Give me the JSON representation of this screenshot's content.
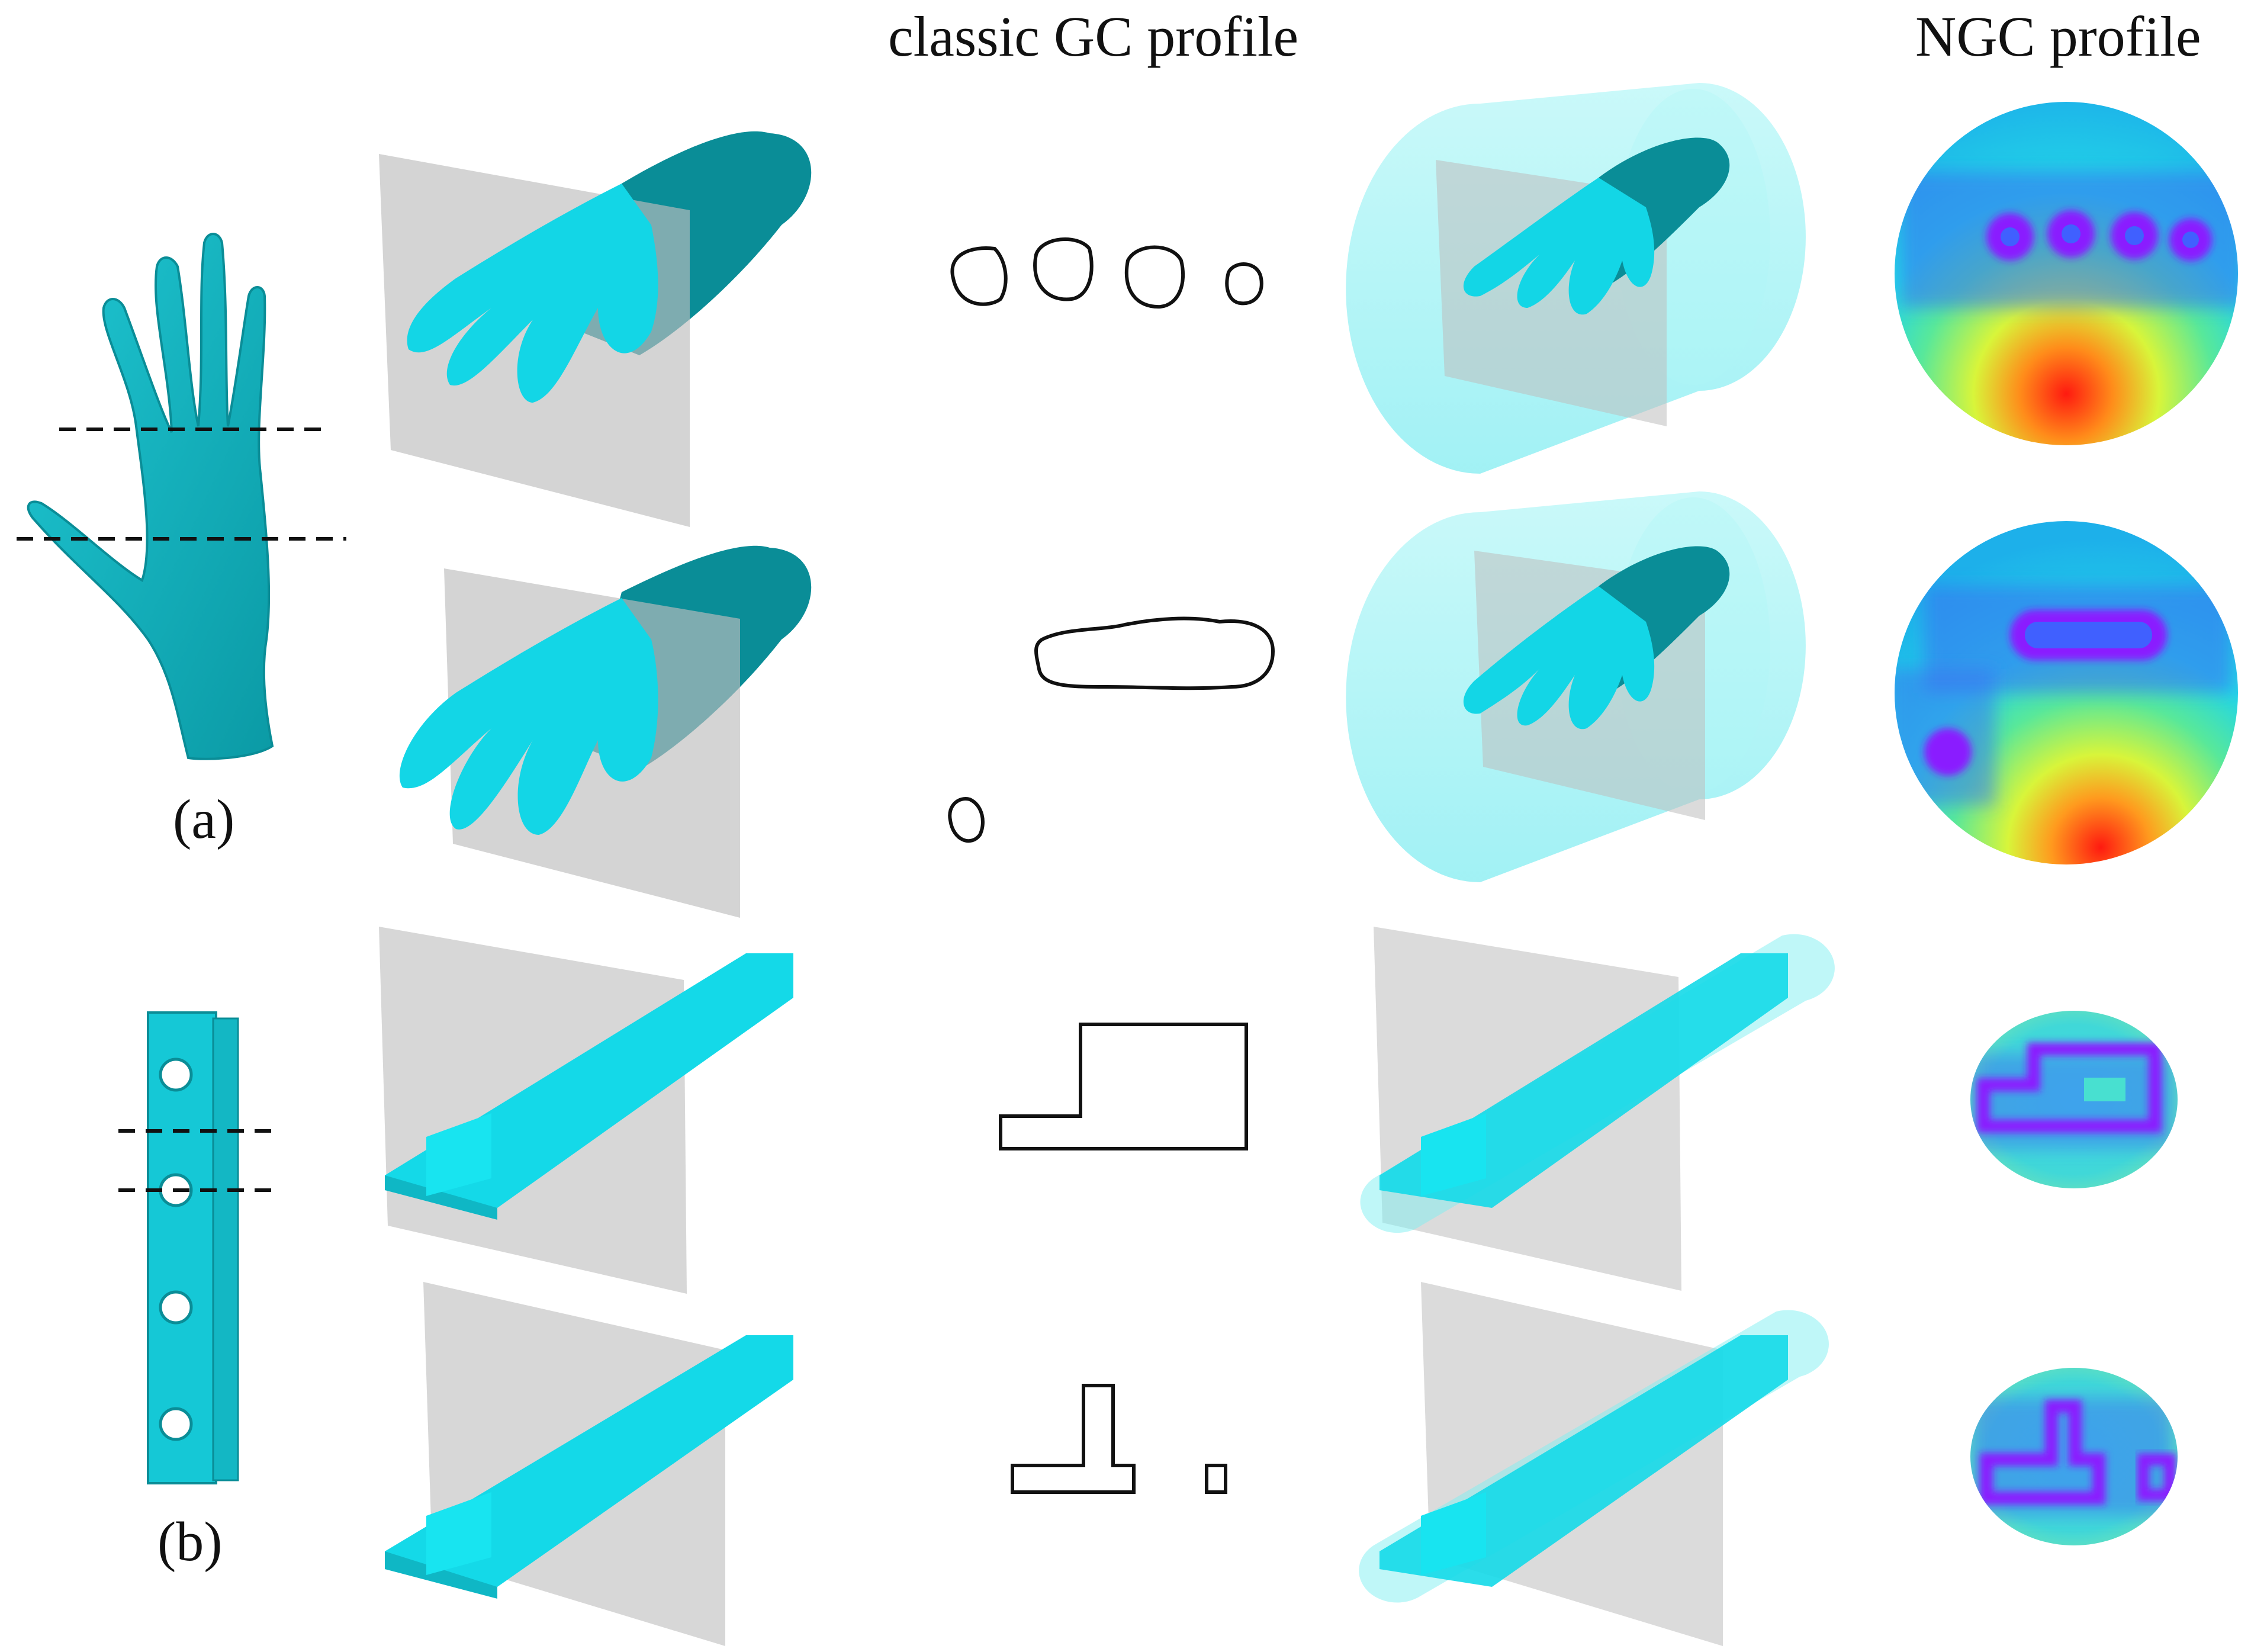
{
  "headers": {
    "classic_gc": "classic GC profile",
    "ngc": "NGC profile"
  },
  "labels": {
    "a": "(a)",
    "b": "(b)"
  },
  "colors": {
    "mesh_cyan": "#13d6e6",
    "mesh_dark": "#0a8d97",
    "plane_gray": "#bdbdbd",
    "cylinder_cyan": "#7ff0f2",
    "profile_line": "#111111",
    "heat_red": "#ff1a10",
    "heat_purple": "#7a1cff"
  },
  "icons": [
    "hand-mesh",
    "bar-mesh",
    "section-plane",
    "bounding-cylinder",
    "profile-contour",
    "heatmap-disk"
  ]
}
